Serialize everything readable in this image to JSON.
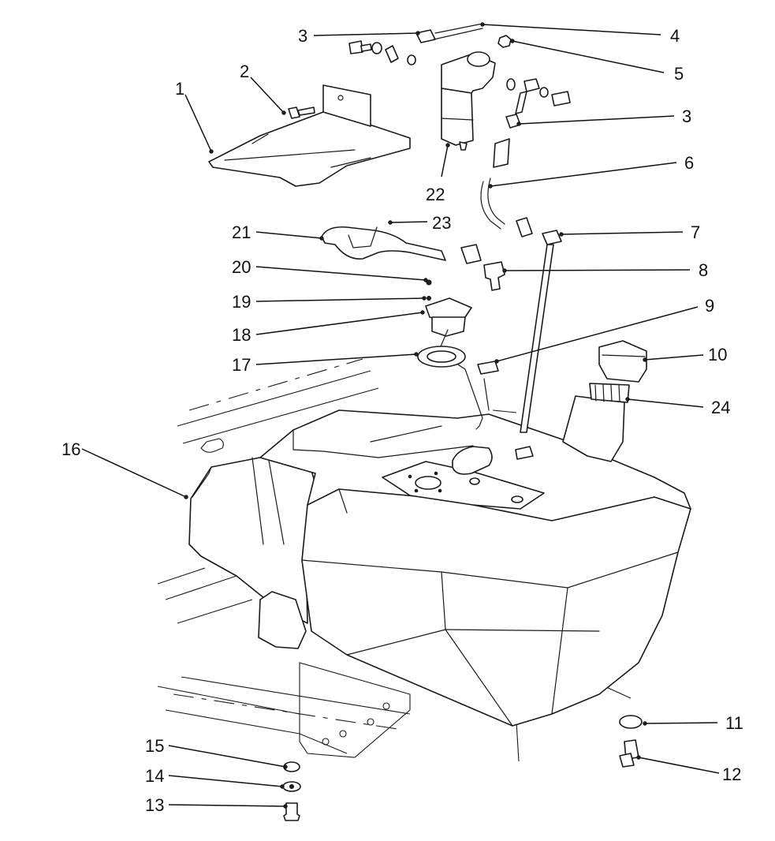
{
  "diagram": {
    "callouts": [
      {
        "id": "1",
        "text": "1"
      },
      {
        "id": "2",
        "text": "2"
      },
      {
        "id": "3a",
        "text": "3"
      },
      {
        "id": "4",
        "text": "4"
      },
      {
        "id": "5",
        "text": "5"
      },
      {
        "id": "3b",
        "text": "3"
      },
      {
        "id": "6",
        "text": "6"
      },
      {
        "id": "7",
        "text": "7"
      },
      {
        "id": "8",
        "text": "8"
      },
      {
        "id": "9",
        "text": "9"
      },
      {
        "id": "10",
        "text": "10"
      },
      {
        "id": "24",
        "text": "24"
      },
      {
        "id": "11",
        "text": "11"
      },
      {
        "id": "12",
        "text": "12"
      },
      {
        "id": "13",
        "text": "13"
      },
      {
        "id": "14",
        "text": "14"
      },
      {
        "id": "15",
        "text": "15"
      },
      {
        "id": "16",
        "text": "16"
      },
      {
        "id": "17",
        "text": "17"
      },
      {
        "id": "18",
        "text": "18"
      },
      {
        "id": "19",
        "text": "19"
      },
      {
        "id": "20",
        "text": "20"
      },
      {
        "id": "21",
        "text": "21"
      },
      {
        "id": "22",
        "text": "22"
      },
      {
        "id": "23",
        "text": "23"
      }
    ]
  }
}
